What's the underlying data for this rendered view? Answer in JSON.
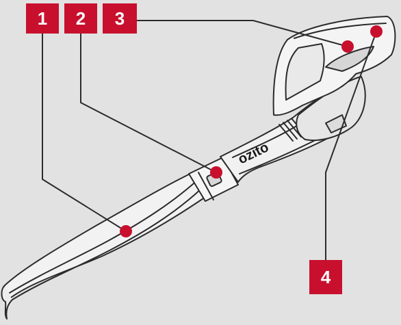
{
  "diagram": {
    "brand": "ozito",
    "callouts": [
      {
        "label": "1"
      },
      {
        "label": "2"
      },
      {
        "label": "3"
      },
      {
        "label": "4"
      }
    ],
    "colors": {
      "background": "#e2e2e2",
      "callout": "#c8102e",
      "outline": "#2b2b2b",
      "body": "#f1f1f1"
    }
  }
}
